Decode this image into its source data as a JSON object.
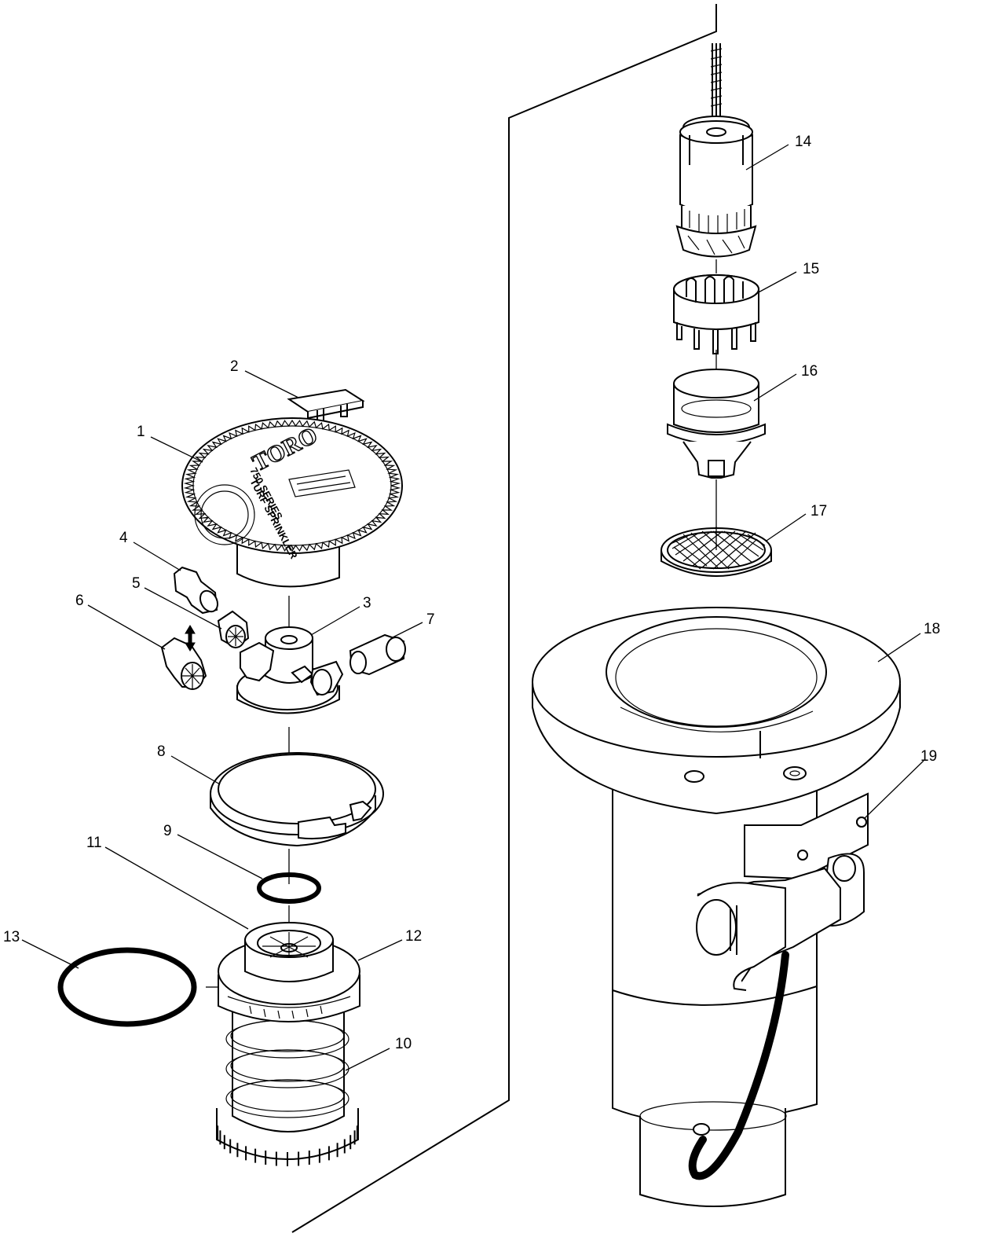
{
  "diagram": {
    "cap_text": {
      "brand": "TORO",
      "series": "750 SERIES",
      "product": "TURF SPRINKLER"
    },
    "labels": [
      {
        "id": "1",
        "text": "1"
      },
      {
        "id": "2",
        "text": "2"
      },
      {
        "id": "3",
        "text": "3"
      },
      {
        "id": "4",
        "text": "4"
      },
      {
        "id": "5",
        "text": "5"
      },
      {
        "id": "6",
        "text": "6"
      },
      {
        "id": "7",
        "text": "7"
      },
      {
        "id": "8",
        "text": "8"
      },
      {
        "id": "9",
        "text": "9"
      },
      {
        "id": "10",
        "text": "10"
      },
      {
        "id": "11",
        "text": "11"
      },
      {
        "id": "12",
        "text": "12"
      },
      {
        "id": "13",
        "text": "13"
      },
      {
        "id": "14",
        "text": "14"
      },
      {
        "id": "15",
        "text": "15"
      },
      {
        "id": "16",
        "text": "16"
      },
      {
        "id": "17",
        "text": "17"
      },
      {
        "id": "18",
        "text": "18"
      },
      {
        "id": "19",
        "text": "19"
      }
    ],
    "colors": {
      "line": "#000000",
      "background": "#ffffff",
      "shade": "#ececec"
    }
  }
}
